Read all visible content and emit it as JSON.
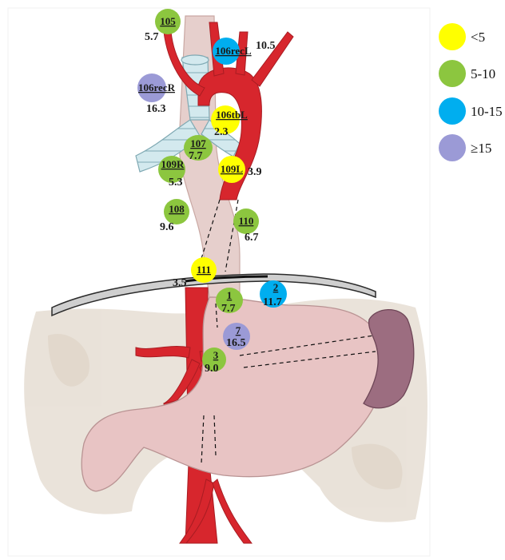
{
  "legend": {
    "items": [
      {
        "label": "<5",
        "color": "#ffff00"
      },
      {
        "label": "5-10",
        "color": "#8cc63f"
      },
      {
        "label": "10-15",
        "color": "#00aeef"
      },
      {
        "label": "≥15",
        "color": "#9b9ad6"
      }
    ]
  },
  "stations": {
    "s105": {
      "label": "105",
      "value": "5.7",
      "color": "#8cc63f"
    },
    "s106recL": {
      "label": "106recL",
      "value": "10.5",
      "color": "#00aeef"
    },
    "s106recR": {
      "label": "106recR",
      "value": "16.3",
      "color": "#9b9ad6"
    },
    "s106tbL": {
      "label": "106tbL",
      "value": "2.3",
      "color": "#ffff00"
    },
    "s107": {
      "label": "107",
      "value": "7.7",
      "color": "#8cc63f"
    },
    "s109R": {
      "label": "109R",
      "value": "5.3",
      "color": "#8cc63f"
    },
    "s109L": {
      "label": "109L",
      "value": "3.9",
      "color": "#ffff00"
    },
    "s108": {
      "label": "108",
      "value": "9.6",
      "color": "#8cc63f"
    },
    "s110": {
      "label": "110",
      "value": "6.7",
      "color": "#8cc63f"
    },
    "s111": {
      "label": "111",
      "value": "3.5",
      "color": "#ffff00"
    },
    "s1": {
      "label": "1",
      "value": "7.7",
      "color": "#8cc63f"
    },
    "s2": {
      "label": "2",
      "value": "11.7",
      "color": "#00aeef"
    },
    "s7": {
      "label": "7",
      "value": "16.5",
      "color": "#9b9ad6"
    },
    "s3": {
      "label": "3",
      "value": "9.0",
      "color": "#8cc63f"
    }
  },
  "colors": {
    "artery": "#d7262d",
    "tissue": "#e6ccc8",
    "organ": "#e9c6c6",
    "trachea": "#cfe6ea",
    "diaphragm": "#3a3a3a",
    "spleen": "#9a6a7d",
    "background_tissue": "#e8e0d6"
  }
}
